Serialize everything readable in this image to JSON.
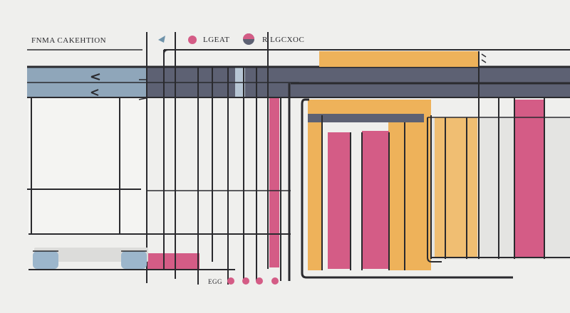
{
  "labels": {
    "title": "FNMA CAKEHTION",
    "legend_a": "LGEAT",
    "legend_b": "R LGCXOC",
    "axis_mark": "EGG"
  },
  "colors": {
    "background": "#efefed",
    "ink": "#2a2a2e",
    "band_slate": "#5d6173",
    "band_blue": "#8fa6ba",
    "amber": "#eeb25a",
    "pink": "#d45c86",
    "pale_blue": "#9cb6cc",
    "grey_panel": "#dcdcda"
  },
  "icons": [
    "arrow-left-icon",
    "arrow-left-icon",
    "arrow-up-icon"
  ]
}
